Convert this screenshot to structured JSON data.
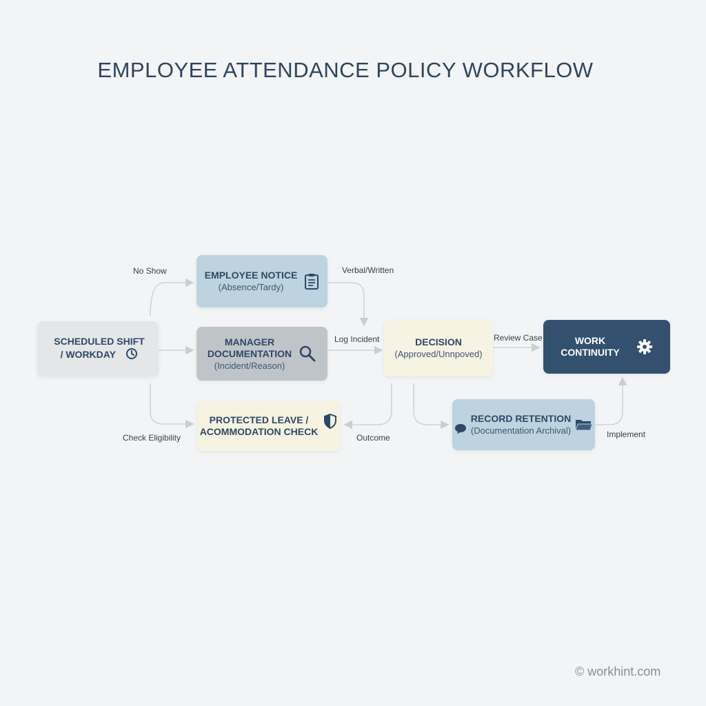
{
  "title": "EMPLOYEE ATTENDANCE POLICY WORKFLOW",
  "nodes": {
    "scheduled_shift": {
      "line1": "SCHEDULED SHIFT",
      "line2": "/ WORKDAY",
      "icon": "clock-icon",
      "color": "#e4e6e8"
    },
    "employee_notice": {
      "line1": "EMPLOYEE NOTICE",
      "line2": "(Absence/Tardy)",
      "icon": "clipboard-icon",
      "color": "#bdd3df"
    },
    "manager_documentation": {
      "line1": "MANAGER",
      "line2": "DOCUMENTATION",
      "line3": "(Incident/Reason)",
      "icon": "search-icon",
      "color": "#bfc4c9"
    },
    "protected_leave": {
      "line1": "PROTECTED LEAVE /",
      "line2": "ACOMMODATION CHECK",
      "icon": "shield-icon",
      "color": "#f6f3e3"
    },
    "decision": {
      "line1": "DECISION",
      "line2": "(Approved/Unnpoved)",
      "color": "#f6f3e3"
    },
    "work_continuity": {
      "line1": "WORK",
      "line2": "CONTINUITY",
      "icon": "gear-icon",
      "color": "#33506f"
    },
    "record_retention": {
      "line1": "RECORD RETENTION",
      "line2": "(Documentation Archival)",
      "icons": [
        "speech-bubble-icon",
        "folder-icon"
      ],
      "color": "#bdd3df"
    }
  },
  "edge_labels": {
    "no_show": "No Show",
    "verbal_written": "Verbal/Written",
    "log_incident": "Log Incident",
    "review_case": "Review Case",
    "check_eligibility": "Check Eligibility",
    "outcome": "Outcome",
    "implement": "Implement"
  },
  "watermark": "© workhint.com"
}
